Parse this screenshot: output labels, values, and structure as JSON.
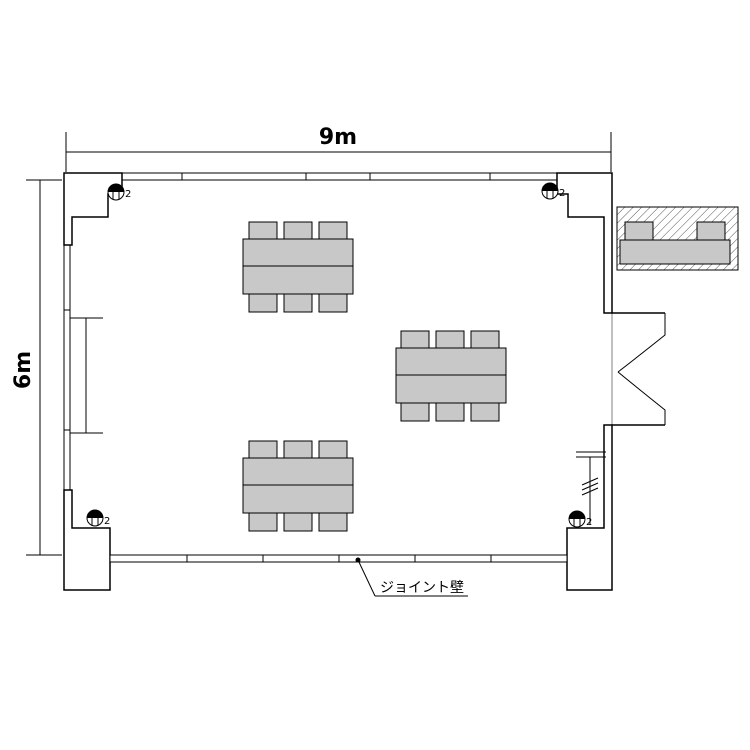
{
  "dimensions": {
    "width_label": "9m",
    "height_label": "6m"
  },
  "wall_label": "ジョイント壁",
  "equipment": {
    "count_label": "2"
  },
  "colors": {
    "table_fill": "#c8c8c8",
    "chair_fill": "#c8c8c8",
    "wall_fill": "#ffffff",
    "storage_fill": "#c8c8c8",
    "line": "#000000"
  }
}
